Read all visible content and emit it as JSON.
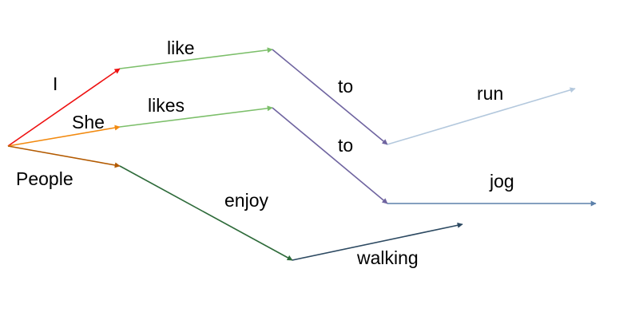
{
  "diagram": {
    "words": {
      "i": "I",
      "she": "She",
      "people": "People",
      "like": "like",
      "likes": "likes",
      "enjoy": "enjoy",
      "to_1": "to",
      "to_2": "to",
      "run": "run",
      "jog": "jog",
      "walking": "walking"
    },
    "colors": {
      "i_edge": "#ee1111",
      "she_edge": "#f28a10",
      "people_edge": "#b35a00",
      "like_edge": "#7cbf6a",
      "likes_edge": "#7cbf6a",
      "enjoy_edge": "#2e6b3a",
      "to_1_edge": "#6f64a0",
      "to_2_edge": "#6f64a0",
      "run_edge": "#b3c8dd",
      "jog_edge": "#5b80aa",
      "walking_edge": "#2d4a62"
    }
  }
}
